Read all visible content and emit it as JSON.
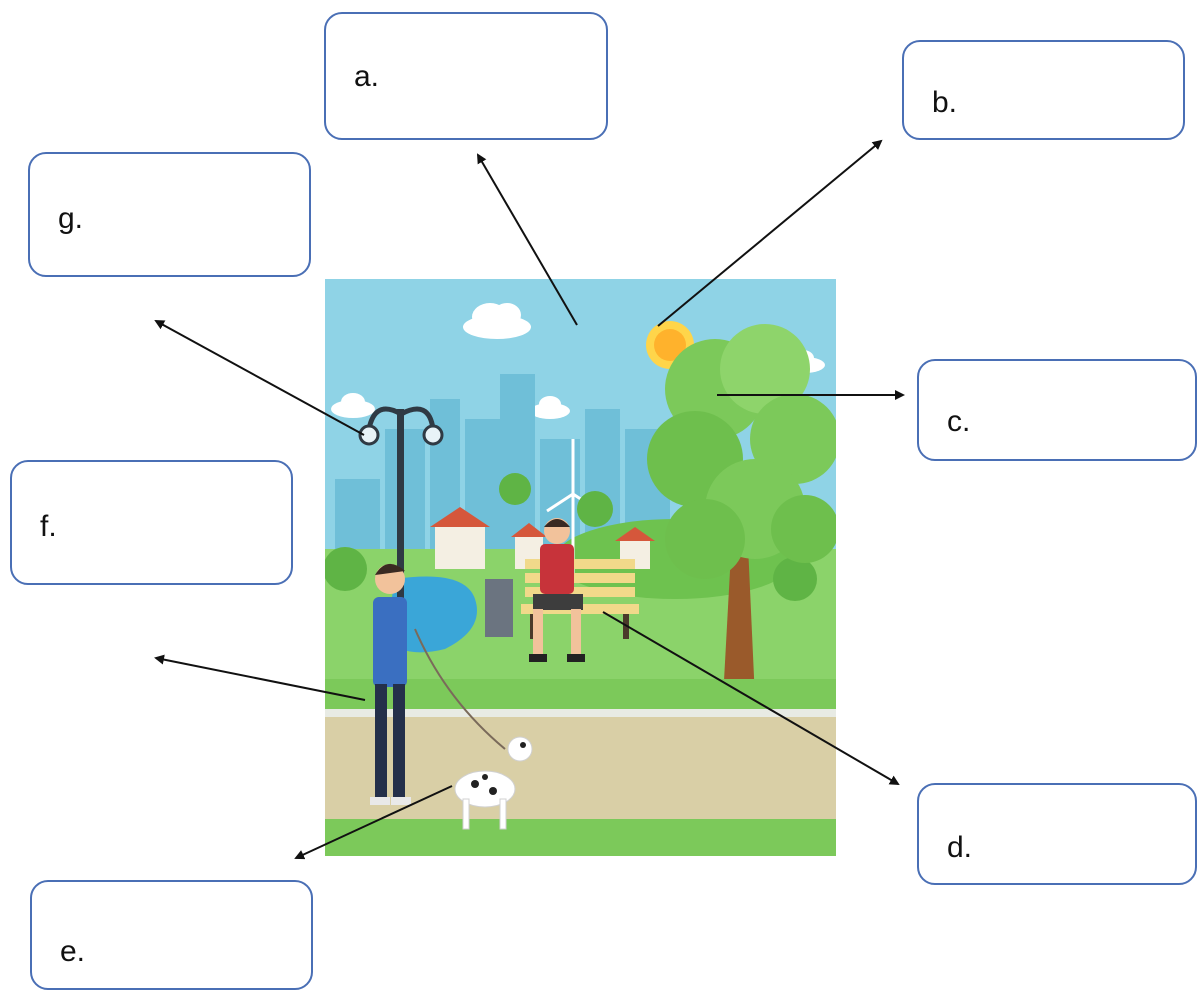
{
  "labels": {
    "a": "a.",
    "b": "b.",
    "c": "c.",
    "d": "d.",
    "e": "e.",
    "f": "f.",
    "g": "g."
  },
  "colors": {
    "box_border": "#4a6fb5",
    "arrow": "#111111",
    "sky": "#8fd3e6",
    "grass": "#7cc95a",
    "path": "#d9cfa6"
  }
}
